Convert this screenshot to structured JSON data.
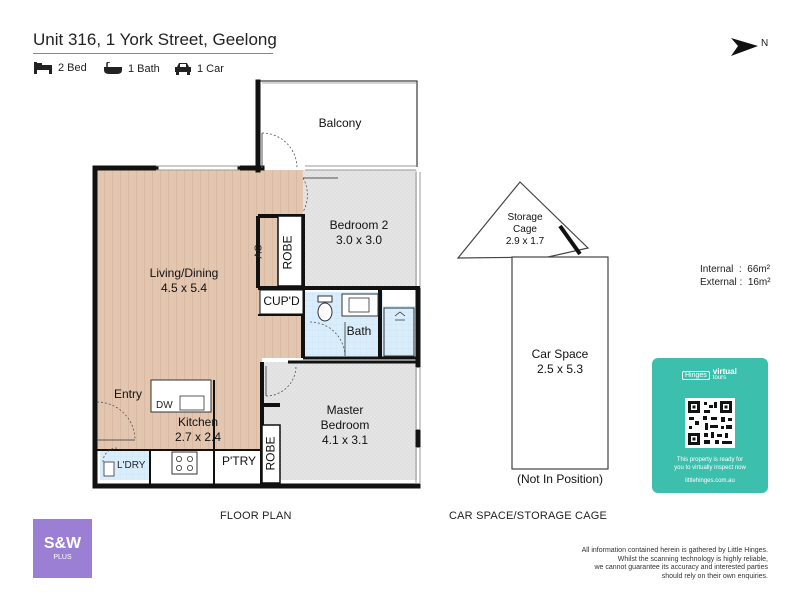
{
  "header": {
    "title": "Unit 316, 1 York Street, Geelong",
    "features": [
      {
        "icon": "bed-icon",
        "label": "2 Bed"
      },
      {
        "icon": "bath-icon",
        "label": "1 Bath"
      },
      {
        "icon": "car-icon",
        "label": "1 Car"
      }
    ],
    "north_label": "N"
  },
  "rooms": {
    "balcony": "Balcony",
    "bedroom2_name": "Bedroom 2",
    "bedroom2_dim": "3.0 x 3.0",
    "robe1": "ROBE",
    "ac": "AC",
    "living_name": "Living/Dining",
    "living_dim": "4.5 x 5.4",
    "cupd": "CUP'D",
    "bath": "Bath",
    "entry": "Entry",
    "dw": "DW",
    "kitchen_name": "Kitchen",
    "kitchen_dim": "2.7 x 2.4",
    "ldry": "L'DRY",
    "ptry": "P'TRY",
    "master_name": "Master",
    "master_name2": "Bedroom",
    "master_dim": "4.1 x 3.1",
    "robe2": "ROBE",
    "storage_name": "Storage",
    "storage_name2": "Cage",
    "storage_dim": "2.9 x 1.7",
    "car_name": "Car Space",
    "car_dim": "2.5 x 5.3",
    "car_note": "(Not In Position)"
  },
  "area": {
    "internal_label": "Internal",
    "internal_value": "66m²",
    "external_label": "External",
    "external_value": "16m²"
  },
  "sections": {
    "floor_plan": "FLOOR PLAN",
    "car_space": "CAR SPACE/STORAGE CAGE"
  },
  "qr_card": {
    "brand": "Hinges",
    "brand_suffix": "virtual",
    "brand_suffix2": "tours",
    "text1": "This property is ready for",
    "text2": "you to virtually inspect now",
    "url": "littlehinges.com.au"
  },
  "logo": {
    "line1": "S&W",
    "line2": "PLUS"
  },
  "disclaimer": [
    "All information contained herein is gathered by Little Hinges.",
    "Whilst the scanning technology is highly reliable,",
    "we cannot guarantee its accuracy and interested parties",
    "should rely on their own enquiries."
  ],
  "colors": {
    "living_floor": "#e3c6b0",
    "bed_floor": "#e4e4e4",
    "bath_floor": "#d8ecfa",
    "wall": "#111111",
    "qr_card": "#3dbfae",
    "logo": "#9b7fd4"
  }
}
